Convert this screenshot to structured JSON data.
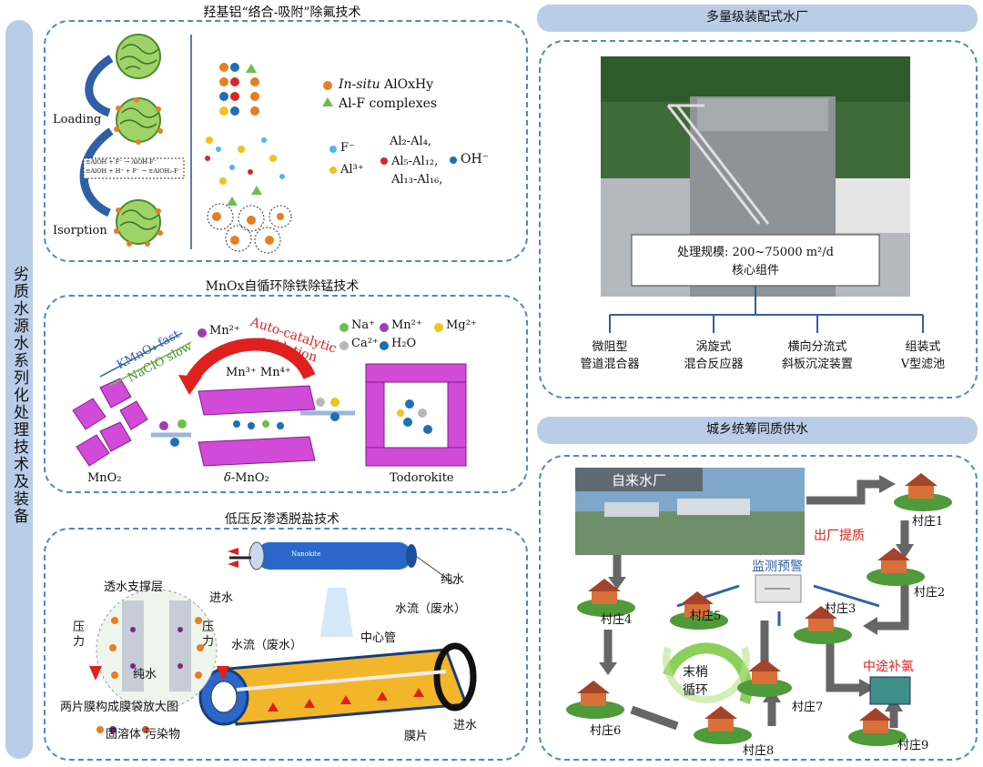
{
  "side_label": "劣质水源水系列化处理技术及装备",
  "panel1": {
    "title": "羟基铝“络合-吸附”除氟技术",
    "loading": "Loading",
    "isorption": "Isorption",
    "eq1": "≡AlOH + F⁻ → AlOH-F⁻",
    "eq2": "≡AlOH + H⁺ + F⁻ → ≡AlOH₂-F⁻",
    "legend_in_situ_italic": "In-situ",
    "legend_in_situ_rest": "AlOxHy",
    "legend_alf": "Al-F complexes",
    "ion_f": "F⁻",
    "ion_al": "Al³⁺",
    "species_1": "Al₂-Al₄,",
    "species_2": "Al₅-Al₁₂,",
    "species_3": "Al₁₃-Al₁₆,",
    "ion_oh": "OH⁻"
  },
  "panel2": {
    "title": "MnOx自循环除铁除锰技术",
    "mn2": "Mn²⁺",
    "auto1": "Auto-catalytic",
    "auto2": "oxidation",
    "kmno4": "KMnO₄ fast",
    "naclo": "NaClO slow",
    "mn34": "Mn³⁺ Mn⁴⁺",
    "legend_na": "Na⁺",
    "legend_mn": "Mn²⁺",
    "legend_mg": "Mg²⁺",
    "legend_ca": "Ca²⁺",
    "legend_h2o": "H₂O",
    "label_mno2": "MnO₂",
    "label_delta_italic": "δ",
    "label_delta_rest": "-MnO₂",
    "label_todorokite": "Todorokite"
  },
  "panel3": {
    "title": "低压反渗透脱盐技术",
    "support": "透水支撑层",
    "pressure_l": "压力",
    "pressure_r": "压力",
    "pure_water_inner": "纯水",
    "feed_in": "进水",
    "pure_water": "纯水",
    "flow_waste": "水流（废水）",
    "flow_waste2": "水流（废水）",
    "center_pipe": "中心管",
    "membrane_desc": "两片膜构成膜袋放大图",
    "solute": "固溶体 污染物",
    "membrane": "膜片",
    "feed_in2": "进水",
    "brand": "Nanokite"
  },
  "panel4": {
    "title": "多量级装配式水厂",
    "scale": "处理规模: 200~75000 m²/d",
    "core": "核心组件",
    "components": [
      {
        "l1": "微阻型",
        "l2": "管道混合器"
      },
      {
        "l1": "涡旋式",
        "l2": "混合反应器"
      },
      {
        "l1": "横向分流式",
        "l2": "斜板沉淀装置"
      },
      {
        "l1": "组装式",
        "l2": "V型滤池"
      }
    ]
  },
  "panel5": {
    "title": "城乡统筹同质供水",
    "plant": "自来水厂",
    "quality": "出厂提质",
    "monitor": "监测预警",
    "end1": "末梢",
    "end2": "循环",
    "mid_chlorine": "中途补氯",
    "villages": [
      "村庄1",
      "村庄2",
      "村庄3",
      "村庄4",
      "村庄5",
      "村庄6",
      "村庄7",
      "村庄8",
      "村庄9"
    ]
  },
  "colors": {
    "pill": "#b9cde6",
    "dash": "#4f87c9",
    "arrow_blue": "#2f5fa8",
    "arrow_gray": "#666666",
    "red": "#e0201c",
    "magenta": "#d24ad8"
  }
}
